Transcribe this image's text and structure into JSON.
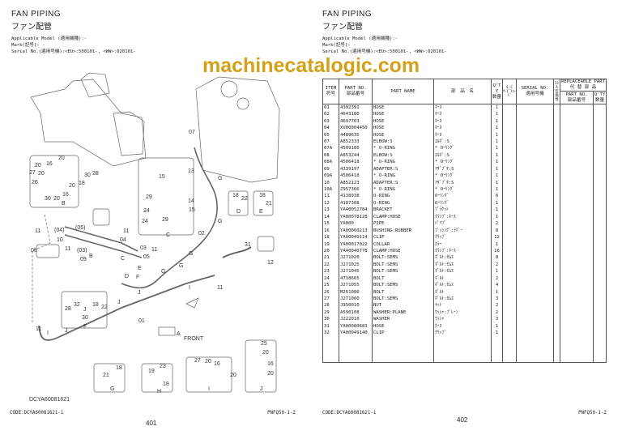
{
  "left_page": {
    "title": "FAN PIPING",
    "title_jp": "ファン配管",
    "applicable_model": "Applicable Model (適用機種):-",
    "mark": "Mark(記号): -",
    "serial": "Serial No.(適用号機):<EU>:500101-, <WW>:020101-",
    "drawing_code": "DCYA60081621",
    "code": "CODE:DCYA60081621-1",
    "ref": "PNFQ50-1-2",
    "page": "401"
  },
  "diagram": {
    "callouts": [
      "07",
      "13",
      "15",
      "14",
      "15",
      "29",
      "24",
      "24",
      "29",
      "C",
      "20",
      "16",
      "20",
      "27",
      "20",
      "26",
      "30",
      "20",
      "16",
      "20",
      "18",
      "30",
      "28",
      "B",
      "18",
      "22",
      "D",
      "18",
      "21",
      "E",
      "02",
      "G",
      "G",
      "G",
      "G",
      "G",
      "31",
      "12",
      "11",
      "(04)",
      "(05)",
      "11",
      "04",
      "10",
      "08",
      "11",
      "(03)",
      "09",
      "03",
      "05",
      "11",
      "B",
      "C",
      "E",
      "F",
      "D",
      "32",
      "18",
      "22",
      "28",
      "30",
      "F",
      "11",
      "01",
      "J",
      "J",
      "J",
      "J",
      "I",
      "I",
      "11",
      "A",
      "FRONT",
      "25",
      "20",
      "16",
      "20",
      "J",
      "27",
      "20",
      "16",
      "20",
      "I",
      "23",
      "19",
      "18",
      "H",
      "21",
      "18",
      "G"
    ]
  },
  "watermark": "machinecatalogic.com",
  "right_page": {
    "title": "FAN PIPING",
    "title_jp": "ファン配管",
    "applicable_model": "Applicable Model (適用機種):-",
    "mark": "Mark(記号): -",
    "serial": "Serial No.(適用号機):<EU>:500101-, <WW>:020101-",
    "code": "CODE:DCYA60081621-1",
    "ref": "PNFQ50-1-2",
    "page": "402",
    "headers": {
      "item": "ITEM",
      "item_jp": "符号",
      "part_no": "PART NO.",
      "part_no_jp": "部品番号",
      "part_name": "PART NAME",
      "part_name_jp": "部　品　名",
      "qty": "Q'TY",
      "qty_jp": "数量",
      "sc": "S.C",
      "sc_jp": "ｻｰﾋﾞｽｺｰﾄﾞ",
      "serial": "SERIAL NO.",
      "serial_jp": "適用号機",
      "ica": "ICA",
      "ica_jp": "互換性",
      "replaceable": "REPLACEABLE PART",
      "replaceable_jp": "代 替 部 品",
      "rep_part_no": "PART NO.",
      "rep_part_no_jp": "部品番号",
      "rep_qty": "Q'TY",
      "rep_qty_jp": "数量"
    },
    "rows": [
      [
        "01",
        "4392391",
        "HOSE",
        "ﾎｰｽ",
        "1"
      ],
      [
        "02",
        "4643180",
        "HOSE",
        "ﾎｰｽ",
        "1"
      ],
      [
        "03",
        "4697703",
        "HOSE",
        "ﾎｰｽ",
        "1"
      ],
      [
        "04",
        "XV00004450",
        "HOSE",
        "ﾎｰｽ",
        "1"
      ],
      [
        "05",
        "4489635",
        "HOSE",
        "ﾎｰｽ",
        "1"
      ],
      [
        "07",
        "A852333",
        "ELBOW:S",
        "ｴﾙﾎﾞ:S",
        "1"
      ],
      [
        "07A",
        "4509180",
        "* O-RING",
        "* Oｰﾘﾝｸﾞ",
        "1"
      ],
      [
        "08",
        "A853244",
        "ELBOW:S",
        "ｴﾙﾎﾞ:S",
        "1"
      ],
      [
        "08A",
        "4506418",
        "* O-RING",
        "* Oｰﾘﾝｸﾞ",
        "1"
      ],
      [
        "09",
        "4339197",
        "ADAPTER:S",
        "ｱﾀﾞﾌﾟﾀ:S",
        "1"
      ],
      [
        "09A",
        "4506418",
        "* O-RING",
        "* Oｰﾘﾝｸﾞ",
        "1"
      ],
      [
        "10",
        "A852123",
        "ADAPTER:S",
        "ｱﾀﾞﾌﾟﾀ:S",
        "1"
      ],
      [
        "10A",
        "Z957366",
        "* O-RING",
        "* Oｰﾘﾝｸﾞ",
        "1"
      ],
      [
        "11",
        "4138938",
        "O-RING",
        "Oｰﾘﾝｸﾞ",
        "6"
      ],
      [
        "12",
        "4187308",
        "O-RING",
        "Oｰﾘﾝｸﾞ",
        "1"
      ],
      [
        "13",
        "YA40052784",
        "BRACKET",
        "ﾌﾞﾗｹｯﾄ",
        "1"
      ],
      [
        "14",
        "YA00078128",
        "CLAMP:HOSE",
        "ｸﾗﾝﾌﾟ:ﾎｰｽ",
        "1"
      ],
      [
        "15",
        "YA000",
        "PIPE",
        "ﾊﾟｲﾌﾟ",
        "2"
      ],
      [
        "16",
        "YA00060213",
        "BUSHING:RUBBER",
        "ﾌﾞｯｼﾝｸﾞ:ﾗﾊﾞｰ",
        "8"
      ],
      [
        "18",
        "YA00049114",
        "CLIP",
        "ｸﾘｯﾌﾟ",
        "12"
      ],
      [
        "19",
        "YA00017022",
        "COLLAR",
        "ｶﾗｰ",
        "1"
      ],
      [
        "20",
        "YA40040778",
        "CLAMP:HOSE",
        "ｸﾗﾝﾌﾟ:ﾎｰｽ",
        "16"
      ],
      [
        "21",
        "J271020",
        "BOLT:SEMS",
        "ﾎﾞﾙﾄ:ｾﾑｽ",
        "8"
      ],
      [
        "22",
        "J271025",
        "BOLT:SEMS",
        "ﾎﾞﾙﾄ:ｾﾑｽ",
        "2"
      ],
      [
        "23",
        "J271045",
        "BOLT:SEMS",
        "ﾎﾞﾙﾄ:ｾﾑｽ",
        "1"
      ],
      [
        "24",
        "4718665",
        "BOLT",
        "ﾎﾞﾙﾄ",
        "2"
      ],
      [
        "25",
        "J271055",
        "BOLT:SEMS",
        "ﾎﾞﾙﾄ:ｾﾑｽ",
        "4"
      ],
      [
        "26",
        "M261080",
        "BOLT",
        "ﾎﾞﾙﾄ",
        "1"
      ],
      [
        "27",
        "J271060",
        "BOLT:SEMS",
        "ﾎﾞﾙﾄ:ｾﾑｽ",
        "3"
      ],
      [
        "28",
        "J950010",
        "NUT",
        "ﾅｯﾄ",
        "2"
      ],
      [
        "29",
        "A590108",
        "WASHER:PLANE",
        "ﾜｯｼｬ:ﾌﾟﾚｰﾝ",
        "2"
      ],
      [
        "30",
        "J222010",
        "WASHER",
        "ﾜｯｼｬ",
        "3"
      ],
      [
        "31",
        "YA00080683",
        "HOSE",
        "ﾎｰｽ",
        "1"
      ],
      [
        "32",
        "YA00049140",
        "CLIP",
        "ｸﾘｯﾌﾟ",
        "1"
      ]
    ]
  }
}
